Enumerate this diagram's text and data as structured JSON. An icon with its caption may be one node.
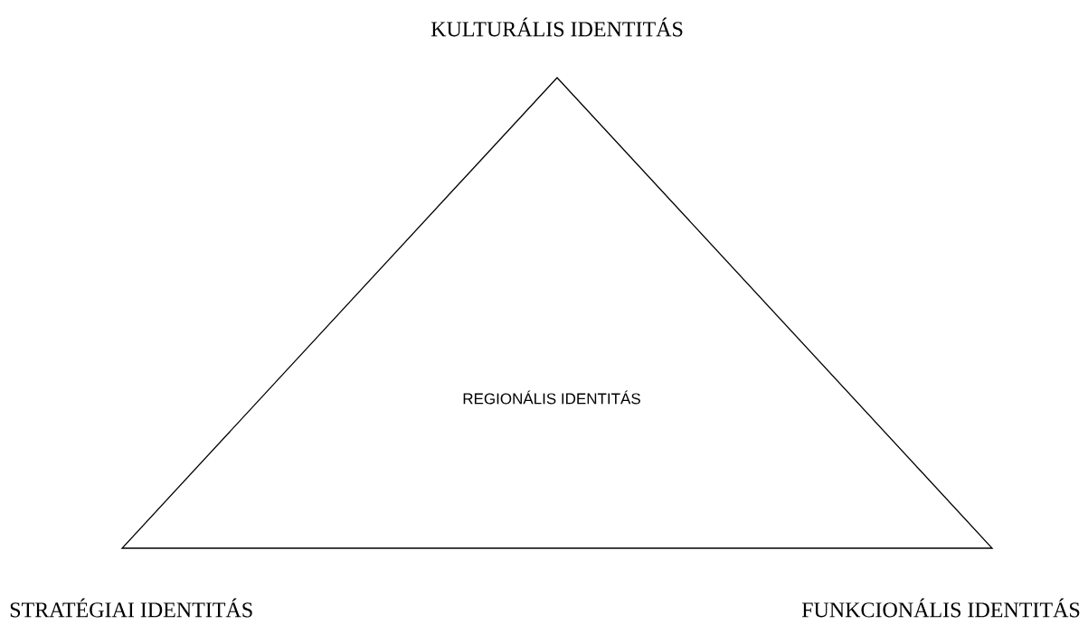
{
  "diagram": {
    "nodes": [
      {
        "text": [
          "REGIONÁLIS IDENTITÁS"
        ]
      }
    ],
    "edges": [],
    "labels": [
      "KULTURÁLIS IDENTITÁS",
      "STRATÉGIAI IDENTITÁS",
      "FUNKCIONÁLIS IDENTITÁS"
    ]
  }
}
